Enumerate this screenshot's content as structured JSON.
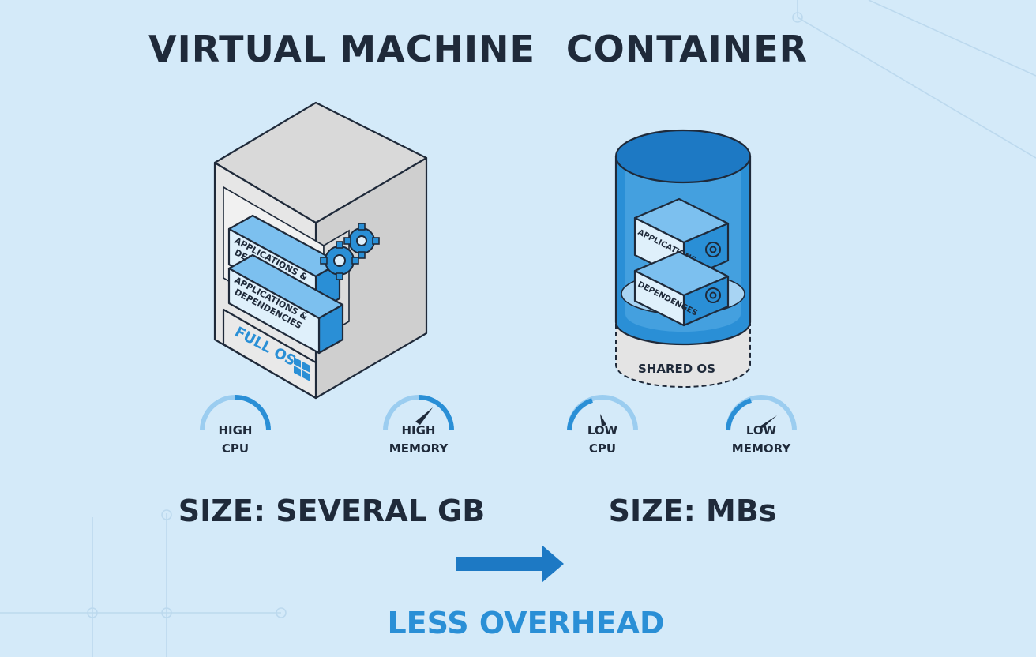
{
  "vm": {
    "title": "VIRTUAL MACHINE",
    "app_block_1": [
      "APPLICATIONS &",
      "DEPENDENCIES"
    ],
    "app_block_2": [
      "APPLICATIONS &",
      "DEPENDENCIES"
    ],
    "os_label": "FULL OS",
    "gauge_cpu": [
      "HIGH",
      "CPU"
    ],
    "gauge_memory": [
      "HIGH",
      "MEMORY"
    ],
    "size": "SIZE: SEVERAL GB"
  },
  "container": {
    "title": "CONTAINER",
    "app_block_1": "APPLICATIONS",
    "app_block_2": "DEPENDENGES",
    "os_label": "SHARED OS",
    "gauge_cpu": [
      "LOW",
      "CPU"
    ],
    "gauge_memory": [
      "LOW",
      "MEMORY"
    ],
    "size": "SIZE: MBs"
  },
  "footer": {
    "caption": "LESS OVERHEAD"
  },
  "colors": {
    "background": "#d4eaf9",
    "ink": "#1f2a3a",
    "accent": "#2a8fd6",
    "accent_dark": "#1d6fb5",
    "grey_light": "#e8e8e8",
    "grey_mid": "#cfcfcf"
  },
  "icons": [
    "gear-icon",
    "windows-logo-icon",
    "gauge-icon",
    "arrow-right-icon"
  ]
}
